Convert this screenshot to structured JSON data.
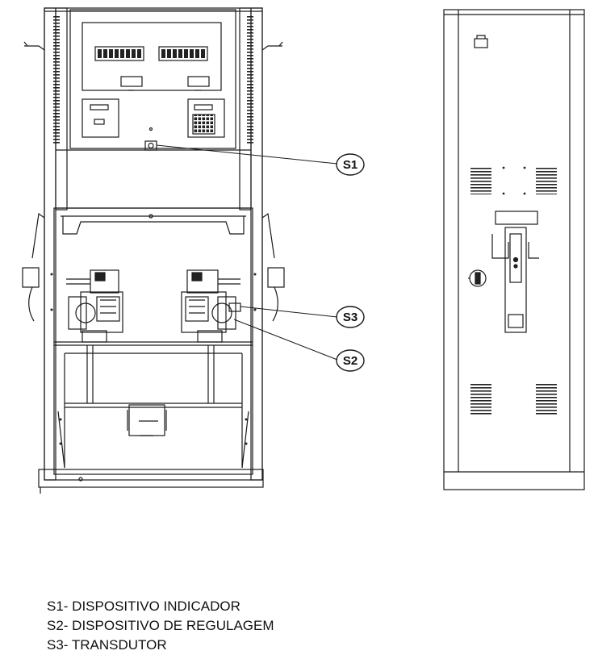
{
  "callouts": {
    "s1": "S1",
    "s2": "S2",
    "s3": "S3"
  },
  "legend": {
    "items": [
      "S1- DISPOSITIVO INDICADOR",
      "S2- DISPOSITIVO DE REGULAGEM",
      "S3- TRANSDUTOR"
    ]
  },
  "colors": {
    "line": "#1a1a1a",
    "fill_dark": "#222222",
    "background": "#ffffff"
  }
}
